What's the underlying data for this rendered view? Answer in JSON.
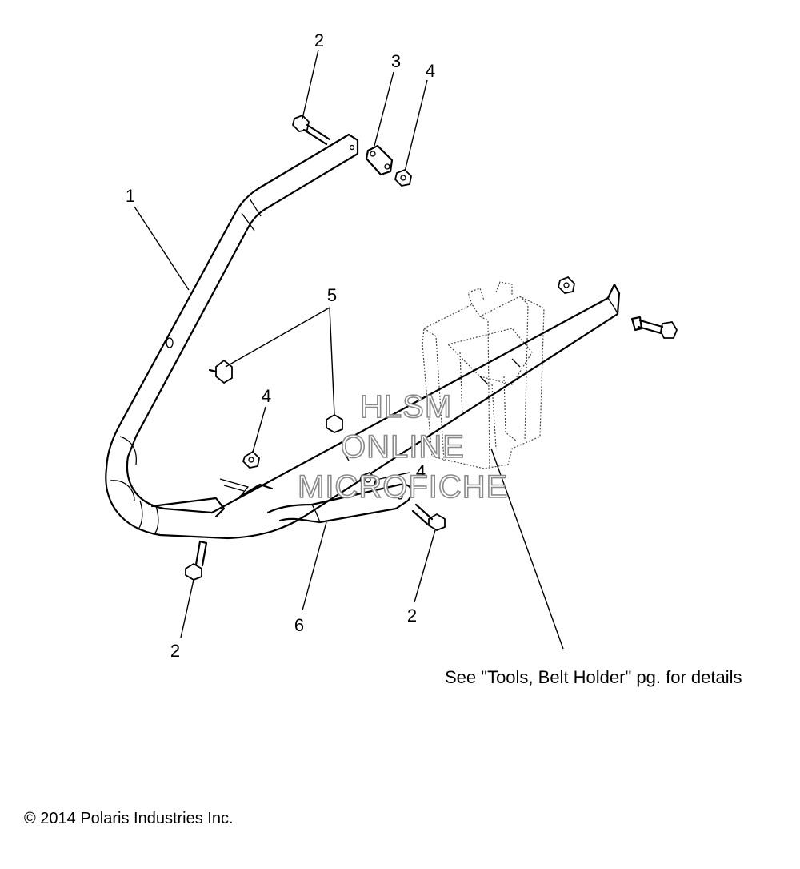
{
  "callouts": {
    "c1": "1",
    "c2a": "2",
    "c2b": "2",
    "c2c": "2",
    "c3": "3",
    "c4a": "4",
    "c4b": "4",
    "c4c": "4",
    "c5": "5",
    "c6": "6"
  },
  "note": "See \"Tools, Belt Holder\" pg. for details",
  "copyright": "© 2014 Polaris Industries Inc.",
  "watermark": {
    "line1": "HLSM",
    "line2": "ONLINE",
    "line3": "MICROFICHE"
  }
}
